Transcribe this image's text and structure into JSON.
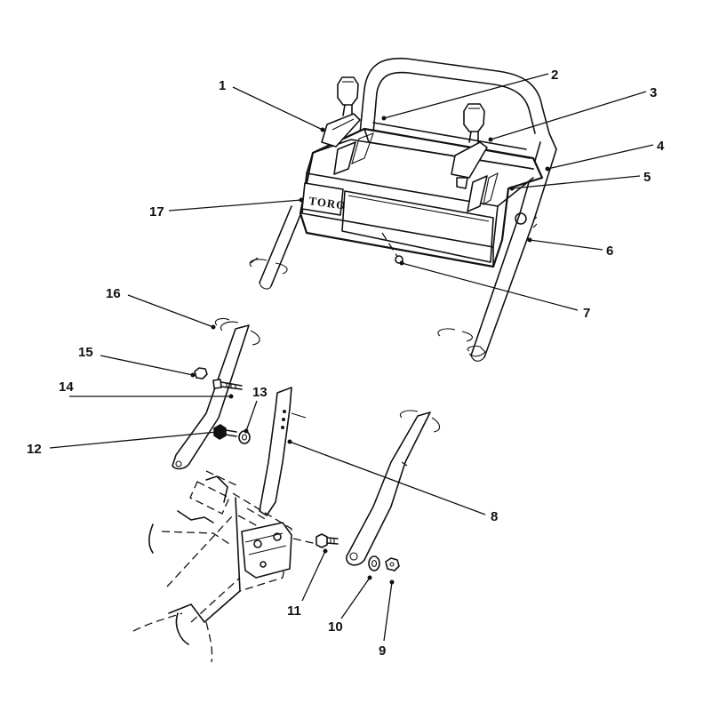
{
  "diagram": {
    "brand_label": "TORO",
    "callouts": [
      {
        "id": "1",
        "label": "1"
      },
      {
        "id": "2",
        "label": "2"
      },
      {
        "id": "3",
        "label": "3"
      },
      {
        "id": "4",
        "label": "4"
      },
      {
        "id": "5",
        "label": "5"
      },
      {
        "id": "6",
        "label": "6"
      },
      {
        "id": "7",
        "label": "7"
      },
      {
        "id": "8",
        "label": "8"
      },
      {
        "id": "9",
        "label": "9"
      },
      {
        "id": "10",
        "label": "10"
      },
      {
        "id": "11",
        "label": "11"
      },
      {
        "id": "12",
        "label": "12"
      },
      {
        "id": "13",
        "label": "13"
      },
      {
        "id": "14",
        "label": "14"
      },
      {
        "id": "15",
        "label": "15"
      },
      {
        "id": "16",
        "label": "16"
      },
      {
        "id": "17",
        "label": "17"
      }
    ]
  }
}
